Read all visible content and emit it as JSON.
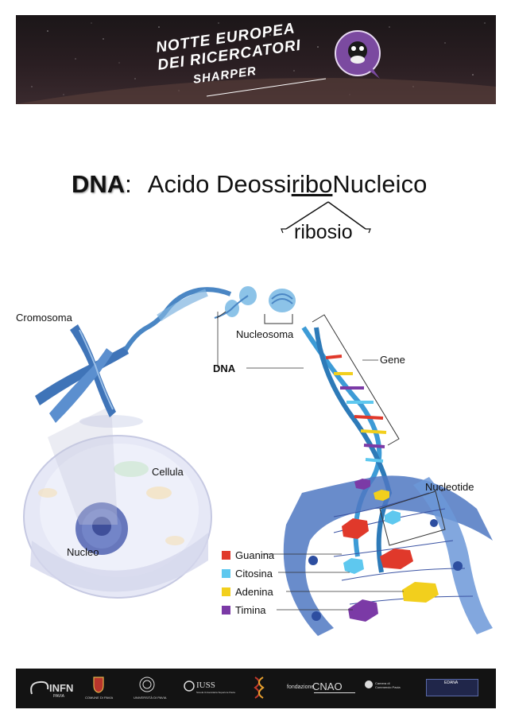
{
  "header": {
    "line1": "NOTTE EUROPEA",
    "line2": "DEI RICERCATORI",
    "line3": "SHARPER"
  },
  "heading": {
    "dna": "DNA",
    "colon": ":",
    "part1": "Acido Deossi",
    "ribo": "ribo",
    "part2": "Nucleico",
    "ribosio": "ribosio"
  },
  "diagram_labels": {
    "cromosoma": "Cromosoma",
    "nucleosoma": "Nucleosoma",
    "dna": "DNA",
    "gene": "Gene",
    "cellula": "Cellula",
    "nucleotide": "Nucleotide",
    "nucleo": "Nucleo"
  },
  "legend": [
    {
      "label": "Guanina",
      "color": "#e0392b"
    },
    {
      "label": "Citosina",
      "color": "#5ec8ef"
    },
    {
      "label": "Adenina",
      "color": "#f2cf1d"
    },
    {
      "label": "Timina",
      "color": "#7b3aa6"
    }
  ],
  "footer_logos": {
    "infn": "INFN",
    "infn_sub": "PAVIA",
    "comune": "COMUNE DI PAVIA",
    "universita": "UNIVERSITÀ DI PAVIA",
    "iuss": "IUSS",
    "iuss_sub": "Scuola Universitaria Superiore Pavia",
    "cnao_prefix": "fondazione",
    "cnao": "CNAO",
    "camera": "Camera di Commercio Pavia",
    "edana": "EDANA"
  }
}
